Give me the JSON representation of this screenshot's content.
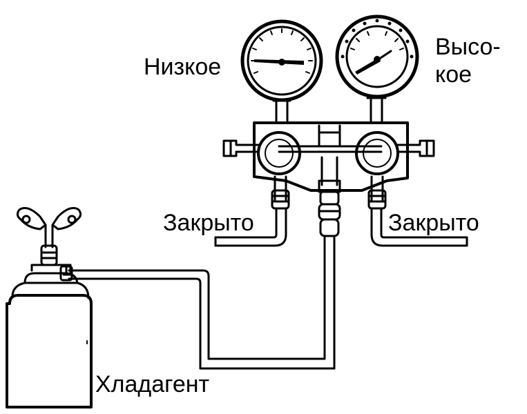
{
  "labels": {
    "low": "Низкое",
    "high_line1": "Высо-",
    "high_line2": "кое",
    "closed_left": "Закрыто",
    "closed_right": "Закрыто",
    "refrigerant": "Хладагент"
  },
  "colors": {
    "ink": "#000000",
    "paper": "#ffffff"
  }
}
